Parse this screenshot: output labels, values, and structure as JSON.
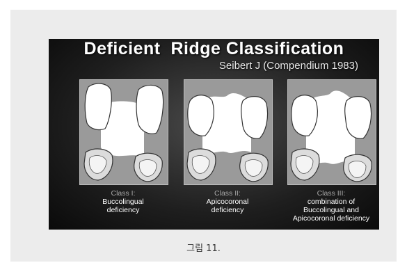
{
  "slide": {
    "title": "Deficient  Ridge Classification",
    "subtitle": "Seibert J (Compendium 1983)"
  },
  "classes": [
    {
      "label": "Class I:",
      "description": "Buccolingual\ndeficiency"
    },
    {
      "label": "Class II:",
      "description": "Apicocoronal\ndeficiency"
    },
    {
      "label": "Class III:",
      "description": "combination of\nBuccolingual and\nApicocoronal deficiency"
    }
  ],
  "figure_caption": "그림 11."
}
